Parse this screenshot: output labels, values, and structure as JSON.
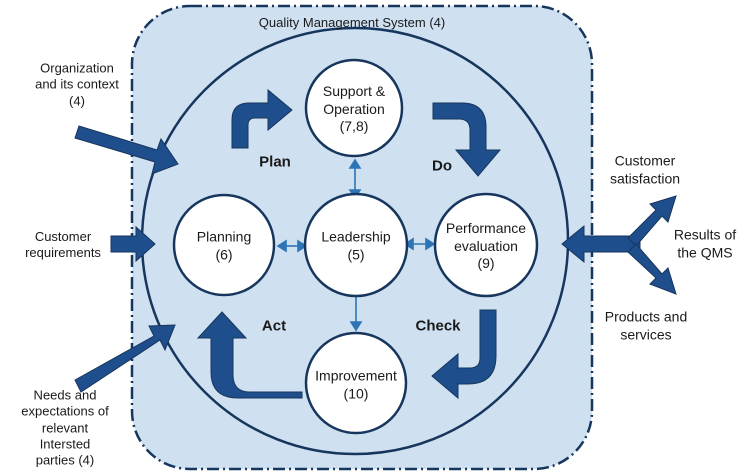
{
  "qms_title": "Quality Management System (4)",
  "colors": {
    "region_fill": "#cfe0f1",
    "border": "#17365d",
    "arrow": "#1f4e8c",
    "circle": "#ffffff"
  },
  "nodes": {
    "support": {
      "line1": "Support &",
      "line2": "Operation",
      "line3": "(7,8)"
    },
    "planning": {
      "line1": "Planning",
      "line2": "(6)"
    },
    "leadership": {
      "line1": "Leadership",
      "line2": "(5)"
    },
    "performance": {
      "line1": "Performance",
      "line2": "evaluation",
      "line3": "(9)"
    },
    "improvement": {
      "line1": "Improvement",
      "line2": "(10)"
    }
  },
  "phases": {
    "plan": "Plan",
    "do": "Do",
    "check": "Check",
    "act": "Act"
  },
  "inputs": {
    "organization": {
      "line1": "Organization",
      "line2": "and its context",
      "line3": "(4)"
    },
    "customer_requirements": {
      "line1": "Customer",
      "line2": "requirements"
    },
    "needs": {
      "line1": "Needs and",
      "line2": "expectations of",
      "line3": "relevant",
      "line4": "Intersted",
      "line5": "parties (4)"
    }
  },
  "outputs": {
    "customer_satisfaction": {
      "line1": "Customer",
      "line2": "satisfaction"
    },
    "results": {
      "line1": "Results of",
      "line2": "the QMS"
    },
    "products": {
      "line1": "Products and",
      "line2": "services"
    }
  }
}
